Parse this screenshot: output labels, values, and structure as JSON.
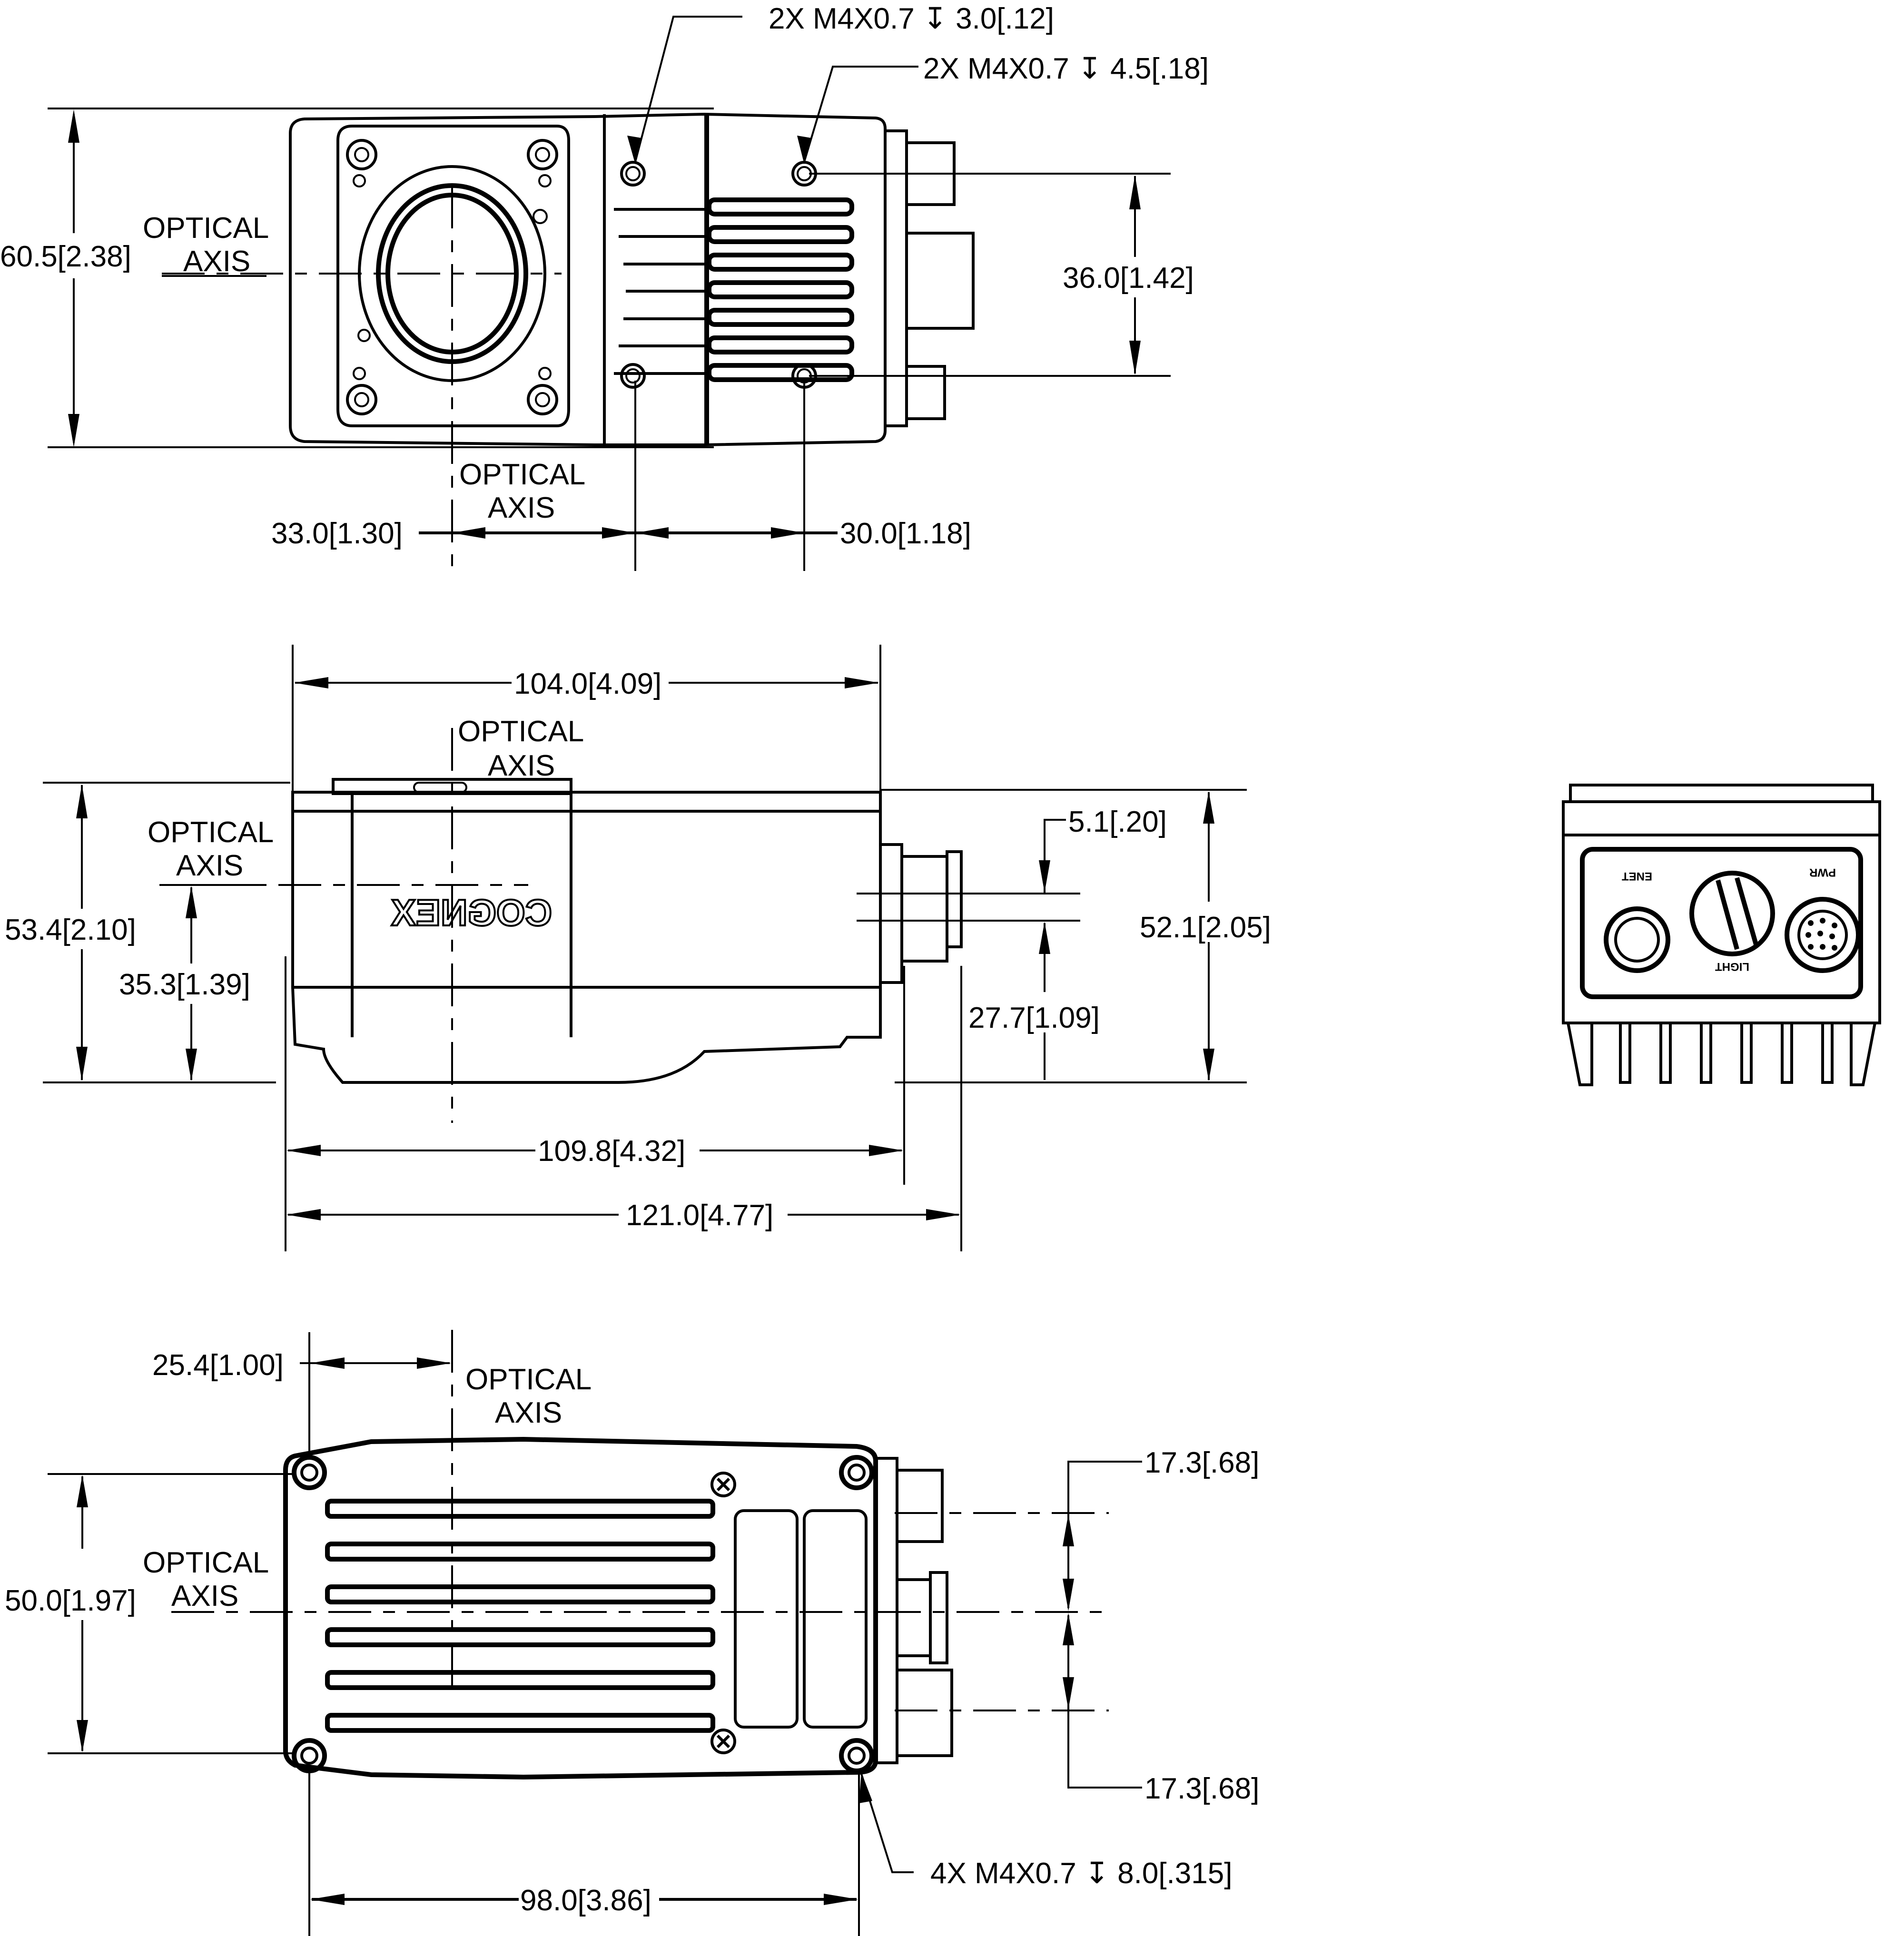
{
  "drawing": {
    "brand_logo": "COGNEX",
    "optical_axis_label": [
      "OPTICAL",
      "AXIS"
    ],
    "front_view": {
      "callouts": {
        "thread_top_left": "2X M4X0.7 ↧ 3.0[.12]",
        "thread_top_right": "2X M4X0.7 ↧ 4.5[.18]"
      },
      "dimensions": {
        "overall_height": "60.5[2.38]",
        "hole_spacing_vertical": "36.0[1.42]",
        "axis_to_holes": "33.0[1.30]",
        "hole_spacing_horizontal": "30.0[1.18]"
      }
    },
    "side_view": {
      "dimensions": {
        "body_length": "104.0[4.09]",
        "overall_height": "53.4[2.10]",
        "axis_height": "35.3[1.39]",
        "connector_offset": "5.1[.20]",
        "connector_height": "27.7[1.09]",
        "top_height": "52.1[2.05]",
        "length_with_mount": "109.8[4.32]",
        "overall_length": "121.0[4.77]"
      }
    },
    "rear_view": {
      "connector_labels": {
        "ethernet": "ENET",
        "light": "LIGHT",
        "power": "PWR"
      }
    },
    "bottom_view": {
      "callouts": {
        "mount_threads": "4X M4X0.7 ↧ 8.0[.315]"
      },
      "dimensions": {
        "edge_to_axis": "25.4[1.00]",
        "overall_width": "50.0[1.97]",
        "connector_spacing_top": "17.3[.68]",
        "connector_spacing_bottom": "17.3[.68]",
        "mount_hole_spacing": "98.0[3.86]"
      }
    }
  }
}
